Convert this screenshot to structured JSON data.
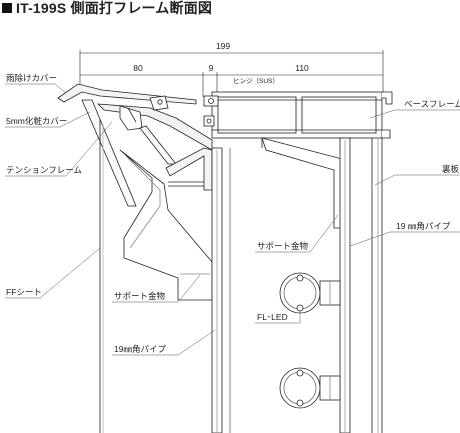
{
  "title": "IT-199S 側面打フレーム断面図",
  "dimensions": {
    "total": "199",
    "left": "80",
    "middle": "9",
    "right": "110"
  },
  "labels": {
    "amayoke": "雨除けカバー",
    "keshou": "5mm化粧カバー",
    "tension": "テンションフレーム",
    "ff_sheet": "FFシート",
    "support_left": "サポート金物",
    "pipe_left": "19㎜角パイプ",
    "hinge": "ヒンジ（SUS）",
    "base_frame": "ベースフレーム",
    "urita": "裏板",
    "pipe_right": "19 ㎜角パイプ",
    "support_right": "サポート金物",
    "fl_led": "FL･LED"
  },
  "colors": {
    "line": "#222222",
    "gray": "#9a9a9a",
    "fill_light": "#eeeeee"
  }
}
